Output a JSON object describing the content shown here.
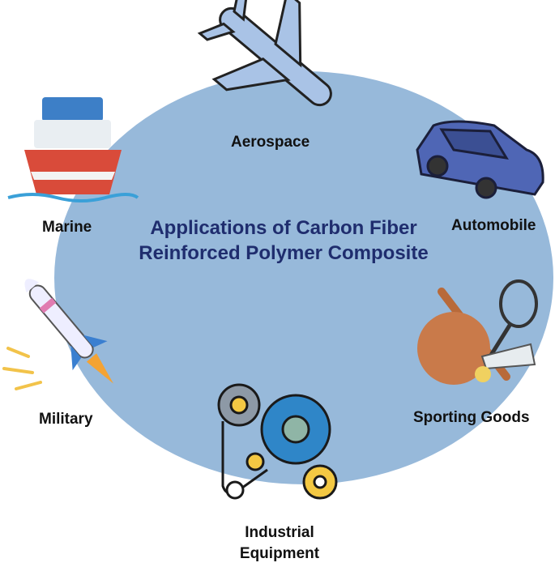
{
  "title": "Applications of Carbon Fiber Reinforced Polymer Composite",
  "applications": [
    {
      "label": "Aerospace",
      "icon": "airplane-icon"
    },
    {
      "label": "Automobile",
      "icon": "car-icon"
    },
    {
      "label": "Sporting Goods",
      "icon": "sports-equipment-icon"
    },
    {
      "label": "Industrial Equipment",
      "icon": "gears-icon"
    },
    {
      "label": "Military",
      "icon": "missile-icon"
    },
    {
      "label": "Marine",
      "icon": "ship-icon"
    }
  ],
  "colors": {
    "circle": "#97b9da",
    "title": "#1f2d6e"
  }
}
